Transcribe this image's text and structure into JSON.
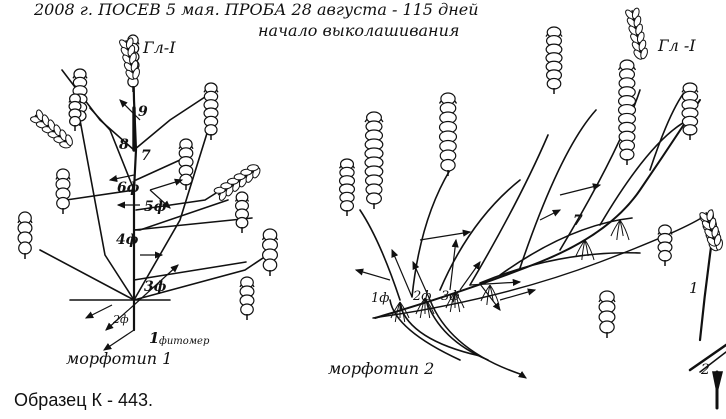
{
  "header": {
    "line1": "2008 г. ПОСЕВ 5 мая.  ПРОБА 28 августа - 115 дней",
    "line2": "начало выколашивания"
  },
  "plant1": {
    "main_label": "Гл-I",
    "caption": "морфотип  1",
    "phytomer_word": "фитомер",
    "numbers": [
      "1",
      "2ф",
      "3ф",
      "4ф",
      "5ф",
      "6ф",
      "7",
      "8",
      "9"
    ]
  },
  "plant2": {
    "main_label": "Гл -I",
    "caption": "морфотип 2",
    "numbers": [
      "1ф",
      "2ф",
      "3ф",
      "7"
    ]
  },
  "plant3": {
    "numbers": [
      "1",
      "2"
    ]
  },
  "sample": {
    "text": "Образец  К - 443."
  },
  "colors": {
    "ink": "#111111",
    "paper": "#ffffff"
  }
}
